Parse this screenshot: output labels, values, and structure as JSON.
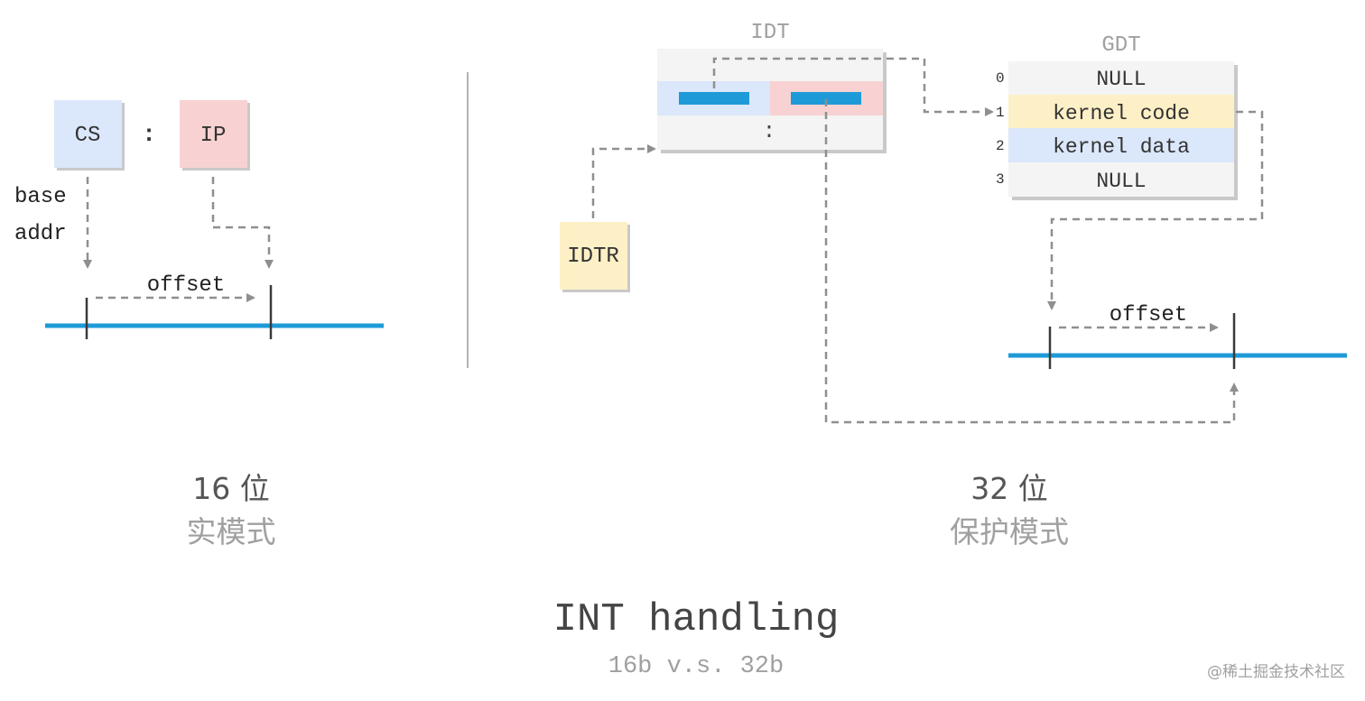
{
  "colors": {
    "cs_fill": "#dbe7fa",
    "ip_fill": "#f8d2d2",
    "yellow_fill": "#fdf0c6",
    "gray_fill": "#f4f4f4",
    "accent_blue": "#1f9ad8",
    "arrow_gray": "#8f8f8f",
    "label_gray": "#a0a0a0"
  },
  "left": {
    "cs": "CS",
    "colon": ":",
    "ip": "IP",
    "base_label_1": "base",
    "base_label_2": "addr",
    "offset": "offset",
    "caption_mode_bits": "16 位",
    "caption_mode_name": "实模式"
  },
  "right": {
    "idt_title": "IDT",
    "idt_ellipsis": ":",
    "idtr": "IDTR",
    "gdt_title": "GDT",
    "gdt_rows": [
      {
        "index": "0",
        "label": "NULL"
      },
      {
        "index": "1",
        "label": "kernel code"
      },
      {
        "index": "2",
        "label": "kernel data"
      },
      {
        "index": "3",
        "label": "NULL"
      }
    ],
    "offset": "offset",
    "caption_mode_bits": "32 位",
    "caption_mode_name": "保护模式"
  },
  "footer": {
    "title": "INT handling",
    "subtitle": "16b v.s. 32b",
    "watermark": "@稀土掘金技术社区"
  }
}
